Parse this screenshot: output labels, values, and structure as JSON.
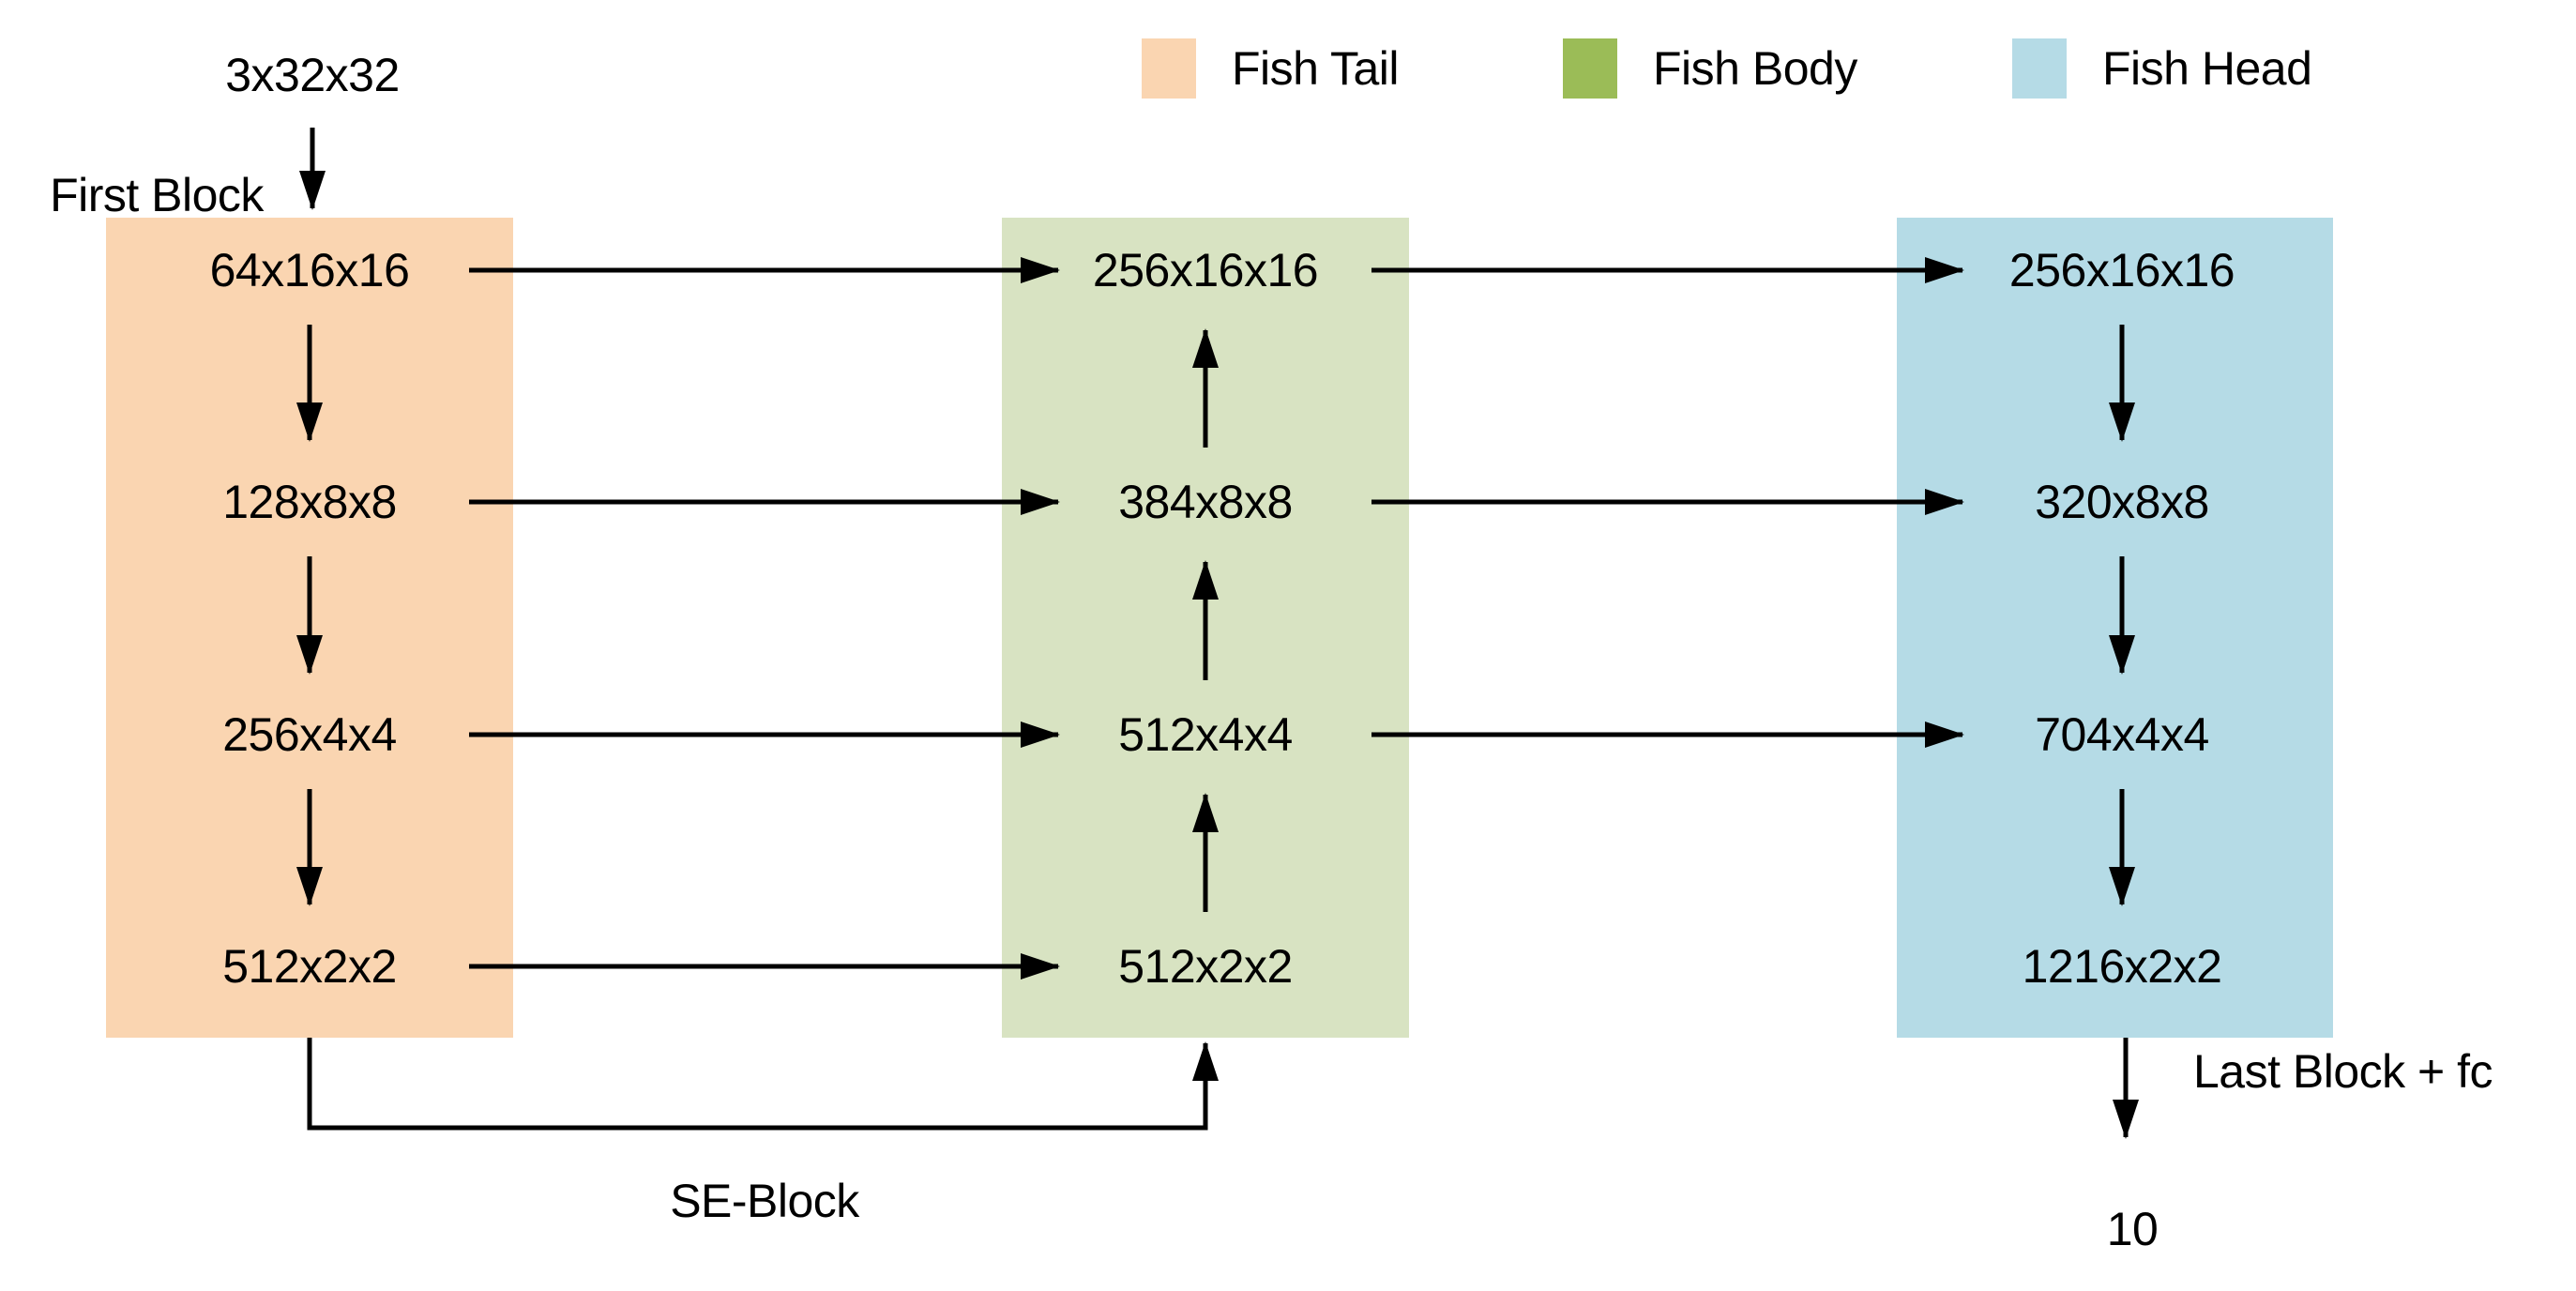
{
  "diagram": {
    "input_label": "3x32x32",
    "first_block_label": "First Block",
    "se_block_label": "SE-Block",
    "last_block_label": "Last Block + fc",
    "output_label": "10",
    "line_color": "#000000",
    "background_color": "#ffffff"
  },
  "legend": {
    "items": [
      {
        "label": "Fish Tail",
        "color": "#FAD5B1"
      },
      {
        "label": "Fish Body",
        "color": "#9BBC57"
      },
      {
        "label": "Fish Head",
        "color": "#B5DBE6"
      }
    ]
  },
  "columns": {
    "tail": {
      "name": "Fish Tail",
      "fill": "#FAD5B1",
      "flow": "down",
      "nodes": [
        "64x16x16",
        "128x8x8",
        "256x4x4",
        "512x2x2"
      ]
    },
    "body": {
      "name": "Fish Body",
      "fill": "#D8E3C2",
      "flow": "up",
      "nodes": [
        "256x16x16",
        "384x8x8",
        "512x4x4",
        "512x2x2"
      ]
    },
    "head": {
      "name": "Fish Head",
      "fill": "#B5DBE6",
      "flow": "down",
      "nodes": [
        "256x16x16",
        "320x8x8",
        "704x4x4",
        "1216x2x2"
      ]
    }
  },
  "connections": {
    "input_to_tail": {
      "from": "3x32x32",
      "to": "64x16x16",
      "label": "First Block"
    },
    "tail_internal_down": [
      [
        "64x16x16",
        "128x8x8"
      ],
      [
        "128x8x8",
        "256x4x4"
      ],
      [
        "256x4x4",
        "512x2x2"
      ]
    ],
    "body_internal_up": [
      [
        "512x2x2",
        "512x4x4"
      ],
      [
        "512x4x4",
        "384x8x8"
      ],
      [
        "384x8x8",
        "256x16x16"
      ]
    ],
    "head_internal_down": [
      [
        "256x16x16",
        "320x8x8"
      ],
      [
        "320x8x8",
        "704x4x4"
      ],
      [
        "704x4x4",
        "1216x2x2"
      ]
    ],
    "tail_to_body": [
      [
        "64x16x16",
        "256x16x16"
      ],
      [
        "128x8x8",
        "384x8x8"
      ],
      [
        "256x4x4",
        "512x4x4"
      ],
      [
        "512x2x2",
        "512x2x2"
      ]
    ],
    "body_to_head": [
      [
        "256x16x16",
        "256x16x16"
      ],
      [
        "384x8x8",
        "320x8x8"
      ],
      [
        "512x4x4",
        "704x4x4"
      ]
    ],
    "se_skip": {
      "from": "512x2x2 (tail)",
      "to": "512x2x2 (body)",
      "label": "SE-Block"
    },
    "head_to_output": {
      "from": "1216x2x2",
      "to": "10",
      "label": "Last Block + fc"
    }
  }
}
